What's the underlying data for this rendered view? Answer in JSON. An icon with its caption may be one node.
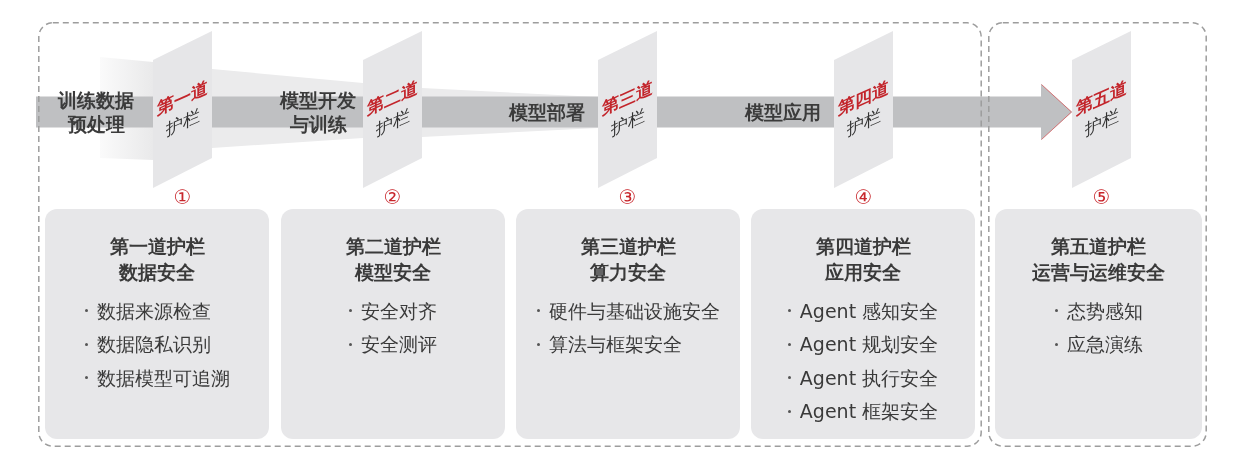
{
  "diagram": {
    "nodes": [
      {
        "text": [],
        "shape": "box"
      },
      {
        "text": [
          "第一道",
          "护栏"
        ],
        "in": 0,
        "beside": [
          "①"
        ]
      },
      {
        "text": [
          "第二道",
          "护栏"
        ],
        "in": 0,
        "beside": [
          "②"
        ]
      },
      {
        "text": [
          "第三道",
          "护栏"
        ],
        "in": 0,
        "beside": [
          "③"
        ]
      },
      {
        "text": [
          "第四道",
          "护栏"
        ],
        "in": 0,
        "beside": [
          "④"
        ]
      },
      {
        "text": [
          "第一道护栏",
          "数据安全",
          "数据来源检查",
          "数据隐私识别",
          "数据模型可追溯"
        ],
        "in": 0
      },
      {
        "text": [
          "第二道护栏",
          "模型安全",
          "安全对齐",
          "安全测评"
        ],
        "in": 0
      },
      {
        "text": [
          "第三道护栏",
          "算力安全",
          "硬件与基础设施安全",
          "算法与框架安全"
        ],
        "in": 0
      },
      {
        "text": [
          "第四道护栏",
          "应用安全",
          "Agent 感知安全",
          "Agent 规划安全",
          "Agent 执行安全",
          "Agent 框架安全"
        ],
        "in": 0
      },
      {
        "text": [],
        "shape": "box"
      },
      {
        "text": [
          "第五道",
          "护栏"
        ],
        "in": 9,
        "beside": [
          "⑤"
        ]
      },
      {
        "text": [
          "第五道护栏",
          "运营与运维安全",
          "态势感知",
          "应急演练"
        ],
        "in": 9
      }
    ],
    "edges": [
      {
        "from": null,
        "to": 1,
        "arrow": "none",
        "label": "训练数据预处理"
      },
      {
        "from": 1,
        "to": 2,
        "arrow": "none",
        "label": "模型开发与训练"
      },
      {
        "from": 2,
        "to": 3,
        "arrow": "none",
        "label": "模型部署"
      },
      {
        "from": 3,
        "to": 4,
        "arrow": "none",
        "label": "模型应用"
      },
      {
        "from": 4,
        "to": 10,
        "arrow": "to"
      }
    ]
  }
}
